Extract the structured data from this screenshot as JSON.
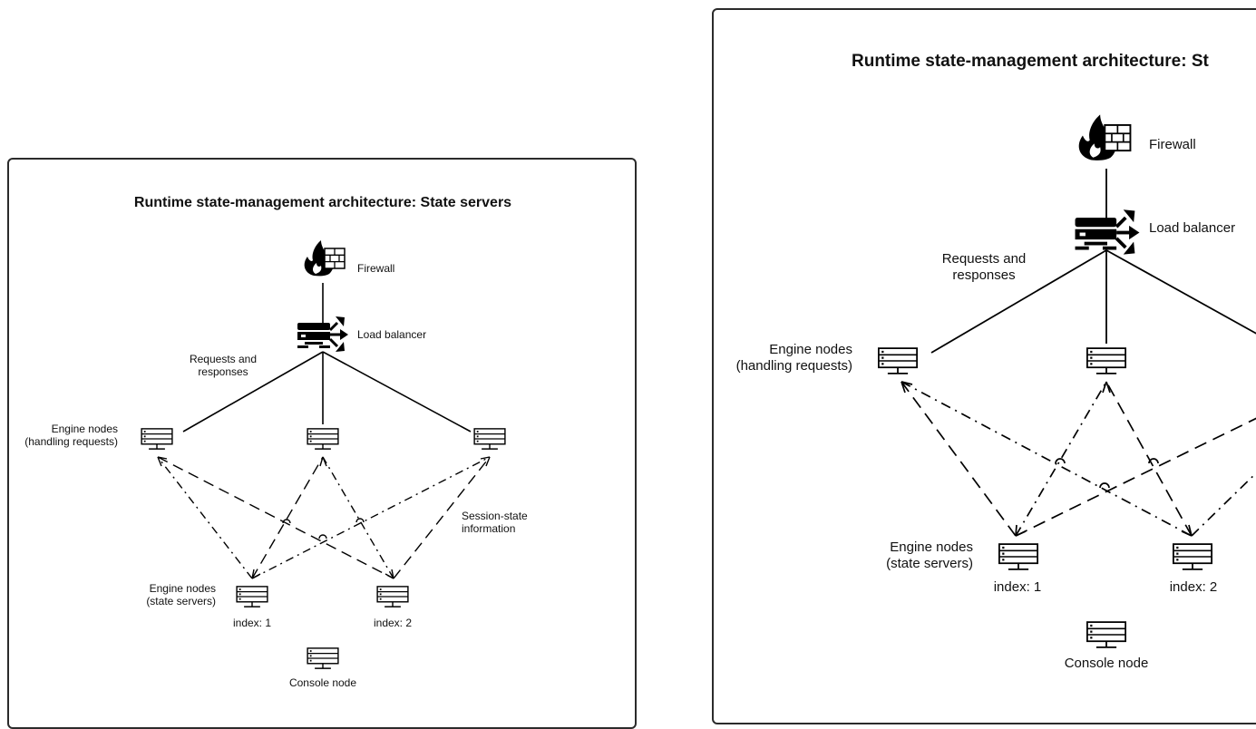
{
  "diagram": {
    "title": "Runtime state-management architecture: State servers",
    "title_cropped": "Runtime state-management architecture: St",
    "firewall_label": "Firewall",
    "load_balancer_label": "Load balancer",
    "requests_label": "Requests and\nresponses",
    "engine_nodes_requests_label": "Engine nodes\n(handling requests)",
    "engine_nodes_state_label": "Engine nodes\n(state servers)",
    "session_state_label": "Session-state\ninformation",
    "index_1_label": "index: 1",
    "index_2_label": "index: 2",
    "console_label": "Console node"
  },
  "icons": [
    "firewall-icon",
    "load-balancer-icon",
    "server-icon"
  ],
  "colors": {
    "line": "#000000",
    "border": "#2b2b2b"
  }
}
